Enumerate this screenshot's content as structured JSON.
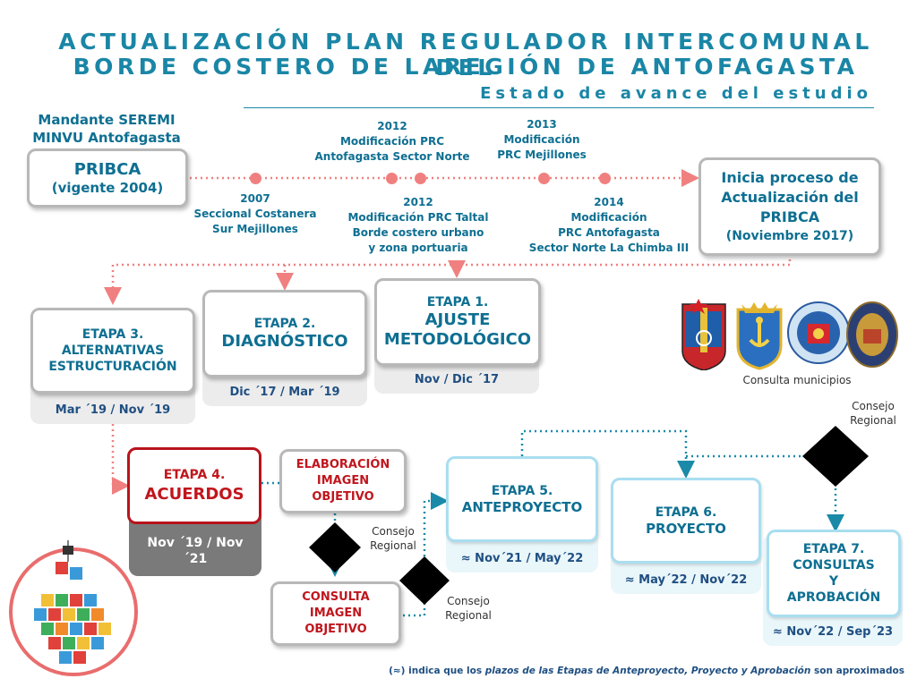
{
  "header": {
    "title_line1": "ACTUALIZACIÓN PLAN REGULADOR INTERCOMUNAL DEL",
    "title_line2": "BORDE COSTERO DE LAREGIÓN DE ANTOFAGASTA",
    "subtitle": "Estado de avance del estudio"
  },
  "timeline": {
    "mandante_line1": "Mandante SEREMI",
    "mandante_line2": "MINVU Antofagasta",
    "start_title": "PRIBCA",
    "start_sub": "(vigente 2004)",
    "end_line1": "Inicia proceso de",
    "end_line2": "Actualización del",
    "end_line3": "PRIBCA",
    "end_line4": "(Noviembre 2017)",
    "events": [
      {
        "year": "2007",
        "line1": "Seccional Costanera",
        "line2": "Sur Mejillones",
        "line3": ""
      },
      {
        "year": "2012",
        "line1": "Modificación PRC",
        "line2": "Antofagasta Sector Norte",
        "line3": ""
      },
      {
        "year": "2012",
        "line1": "Modificación PRC Taltal",
        "line2": "Borde costero urbano",
        "line3": "y zona portuaria"
      },
      {
        "year": "2013",
        "line1": "Modificación",
        "line2": "PRC Mejillones",
        "line3": ""
      },
      {
        "year": "2014",
        "line1": "Modificación",
        "line2": "PRC Antofagasta",
        "line3": "Sector Norte La Chimba III"
      }
    ]
  },
  "stages": {
    "e1": {
      "label": "ETAPA 1.",
      "name1": "AJUSTE",
      "name2": "METODOLÓGICO",
      "dates": "Nov / Dic ´17"
    },
    "e2": {
      "label": "ETAPA 2.",
      "name1": "DIAGNÓSTICO",
      "dates": "Dic ´17 / Mar ´19"
    },
    "e3": {
      "label": "ETAPA 3.",
      "name1": "ALTERNATIVAS",
      "name2": "ESTRUCTURACIÓN",
      "dates": "Mar ´19 / Nov ´19"
    },
    "e4": {
      "label": "ETAPA 4.",
      "name1": "ACUERDOS",
      "dates_line1": "Nov ´19 / Nov",
      "dates_line2": "´21"
    },
    "e5": {
      "label": "ETAPA 5.",
      "name1": "ANTEPROYECTO",
      "dates": "≈ Nov´21 / May´22"
    },
    "e6": {
      "label": "ETAPA 6.",
      "name1": "PROYECTO",
      "dates": "≈ May´22 / Nov´22"
    },
    "e7": {
      "label": "ETAPA 7.",
      "name1": "CONSULTAS",
      "name2": "Y",
      "name3": "APROBACIÓN",
      "dates": "≈ Nov´22 / Sep´23"
    }
  },
  "elaboracion": {
    "line1": "ELABORACIÓN",
    "line2": "IMAGEN",
    "line3": "OBJETIVO"
  },
  "consulta_imagen": {
    "line1": "CONSULTA",
    "line2": "IMAGEN",
    "line3": "OBJETIVO"
  },
  "consejo": {
    "line1": "Consejo",
    "line2": "Regional"
  },
  "municipios": {
    "caption": "Consulta municipios"
  },
  "footnote": {
    "prefix": "(≈) indica que los ",
    "italic": "plazos de las Etapas de Anteproyecto, Proyecto y Aprobación",
    "suffix": " son aproximados"
  },
  "colors": {
    "teal": "#1a86a6",
    "navy": "#1f4f82",
    "red": "#c0161d",
    "timeline_dot": "#f08080",
    "arrow_teal": "#1a8aa8"
  }
}
